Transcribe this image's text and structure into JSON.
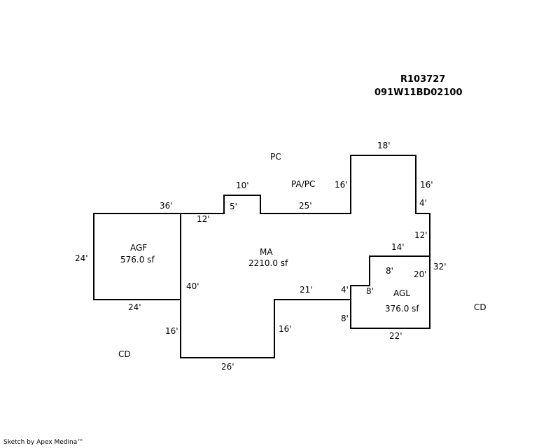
{
  "header": {
    "record_id": "R103727",
    "parcel_id": "091W11BD02100"
  },
  "areas": {
    "agf": {
      "name": "AGF",
      "area": "576.0 sf"
    },
    "ma": {
      "name": "MA",
      "area": "2210.0 sf"
    },
    "agl": {
      "name": "AGL",
      "area": "376.0 sf"
    }
  },
  "labels": {
    "pc": "PC",
    "pa_pc": "PA/PC",
    "cd_left": "CD",
    "cd_right": "CD"
  },
  "dimensions": {
    "d18": "18'",
    "d16_pa_left": "16'",
    "d16_pa_right": "16'",
    "d10": "10'",
    "d4_top": "4'",
    "d36": "36'",
    "d5": "5'",
    "d25": "25'",
    "d12_top": "12'",
    "d12_right": "12'",
    "d24_left": "24'",
    "d24_bottom": "24'",
    "d14": "14'",
    "d32": "32'",
    "d8_upper": "8'",
    "d20": "20'",
    "d40": "40'",
    "d21": "21'",
    "d4_mid": "4'",
    "d8_mid": "8'",
    "d8_lower": "8'",
    "d16_bottom_left": "16'",
    "d16_mid": "16'",
    "d22": "22'",
    "d26": "26'"
  },
  "footer": {
    "credit": "Sketch by Apex Medina™"
  }
}
